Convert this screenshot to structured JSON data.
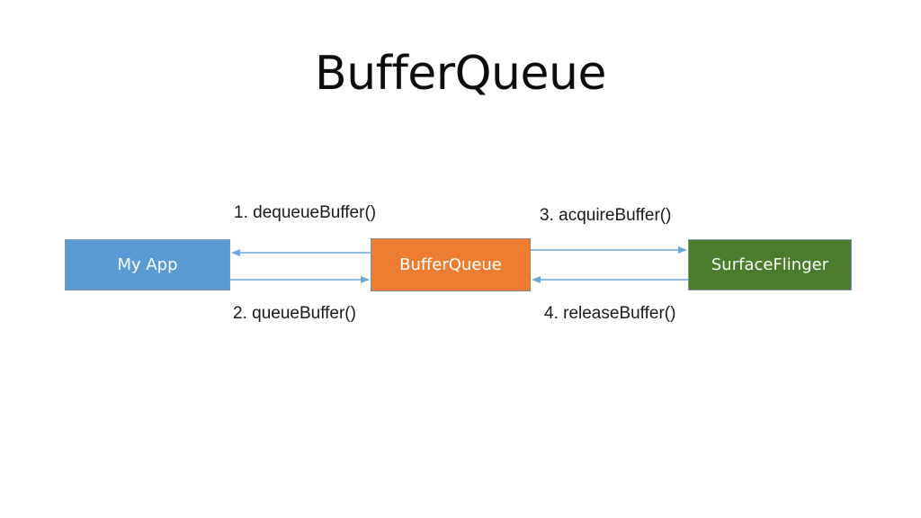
{
  "slide": {
    "title": "BufferQueue",
    "background_color": "#ffffff"
  },
  "diagram": {
    "type": "flow",
    "nodes": [
      {
        "id": "my-app",
        "label": "My App",
        "fill_color": "#5B9BD5",
        "text_color": "#ffffff",
        "border_color": "#8496A8"
      },
      {
        "id": "buffer-queue",
        "label": "BufferQueue",
        "fill_color": "#ED7D31",
        "text_color": "#ffffff",
        "border_color": "#8A8A8A"
      },
      {
        "id": "surface-flinger",
        "label": "SurfaceFlinger",
        "fill_color": "#4B7B2C",
        "text_color": "#ffffff",
        "border_color": "#8496A8"
      }
    ],
    "arrow_color": "#6EA8DC",
    "connections": [
      {
        "id": "dequeue-buffer",
        "label": "1. dequeueBuffer()",
        "from": "buffer-queue",
        "to": "my-app",
        "direction": "left",
        "label_position": "above"
      },
      {
        "id": "queue-buffer",
        "label": "2. queueBuffer()",
        "from": "my-app",
        "to": "buffer-queue",
        "direction": "right",
        "label_position": "below"
      },
      {
        "id": "acquire-buffer",
        "label": "3. acquireBuffer()",
        "from": "buffer-queue",
        "to": "surface-flinger",
        "direction": "right",
        "label_position": "above"
      },
      {
        "id": "release-buffer",
        "label": "4. releaseBuffer()",
        "from": "surface-flinger",
        "to": "buffer-queue",
        "direction": "left",
        "label_position": "below"
      }
    ]
  }
}
